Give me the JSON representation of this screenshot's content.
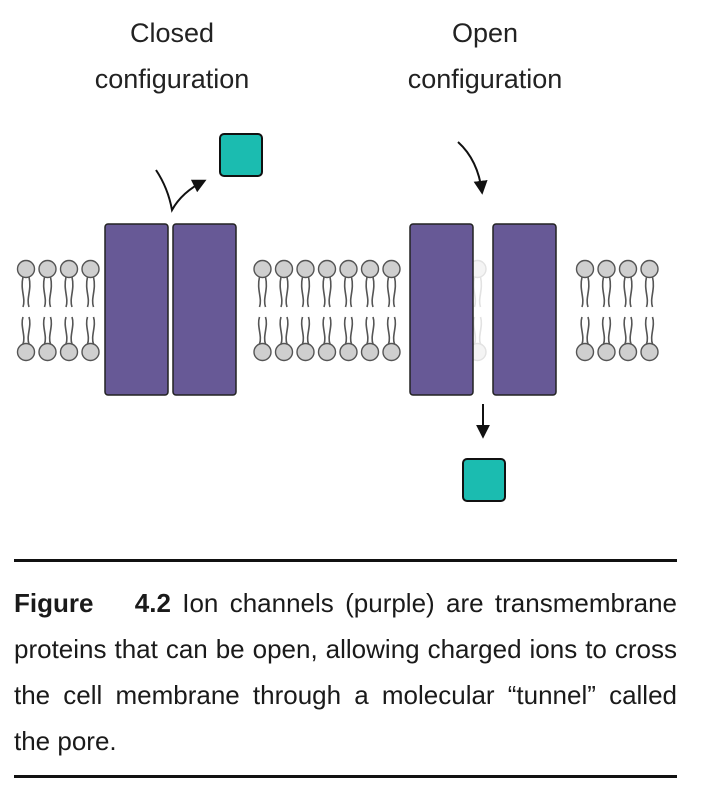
{
  "labels": {
    "closed": [
      "Closed",
      "configuration"
    ],
    "open": [
      "Open",
      "configuration"
    ]
  },
  "colors": {
    "channel": "#675996",
    "ion": "#1bbcb0",
    "lipid_stroke": "#555555",
    "lipid_head": "#cfcfcf"
  },
  "caption": {
    "figure_label": "Figure 4.2",
    "text": "Ion channels (purple) are transmembrane proteins that can be open, allowing charged ions to cross the cell membrane through a molecular “tunnel” called the pore."
  }
}
